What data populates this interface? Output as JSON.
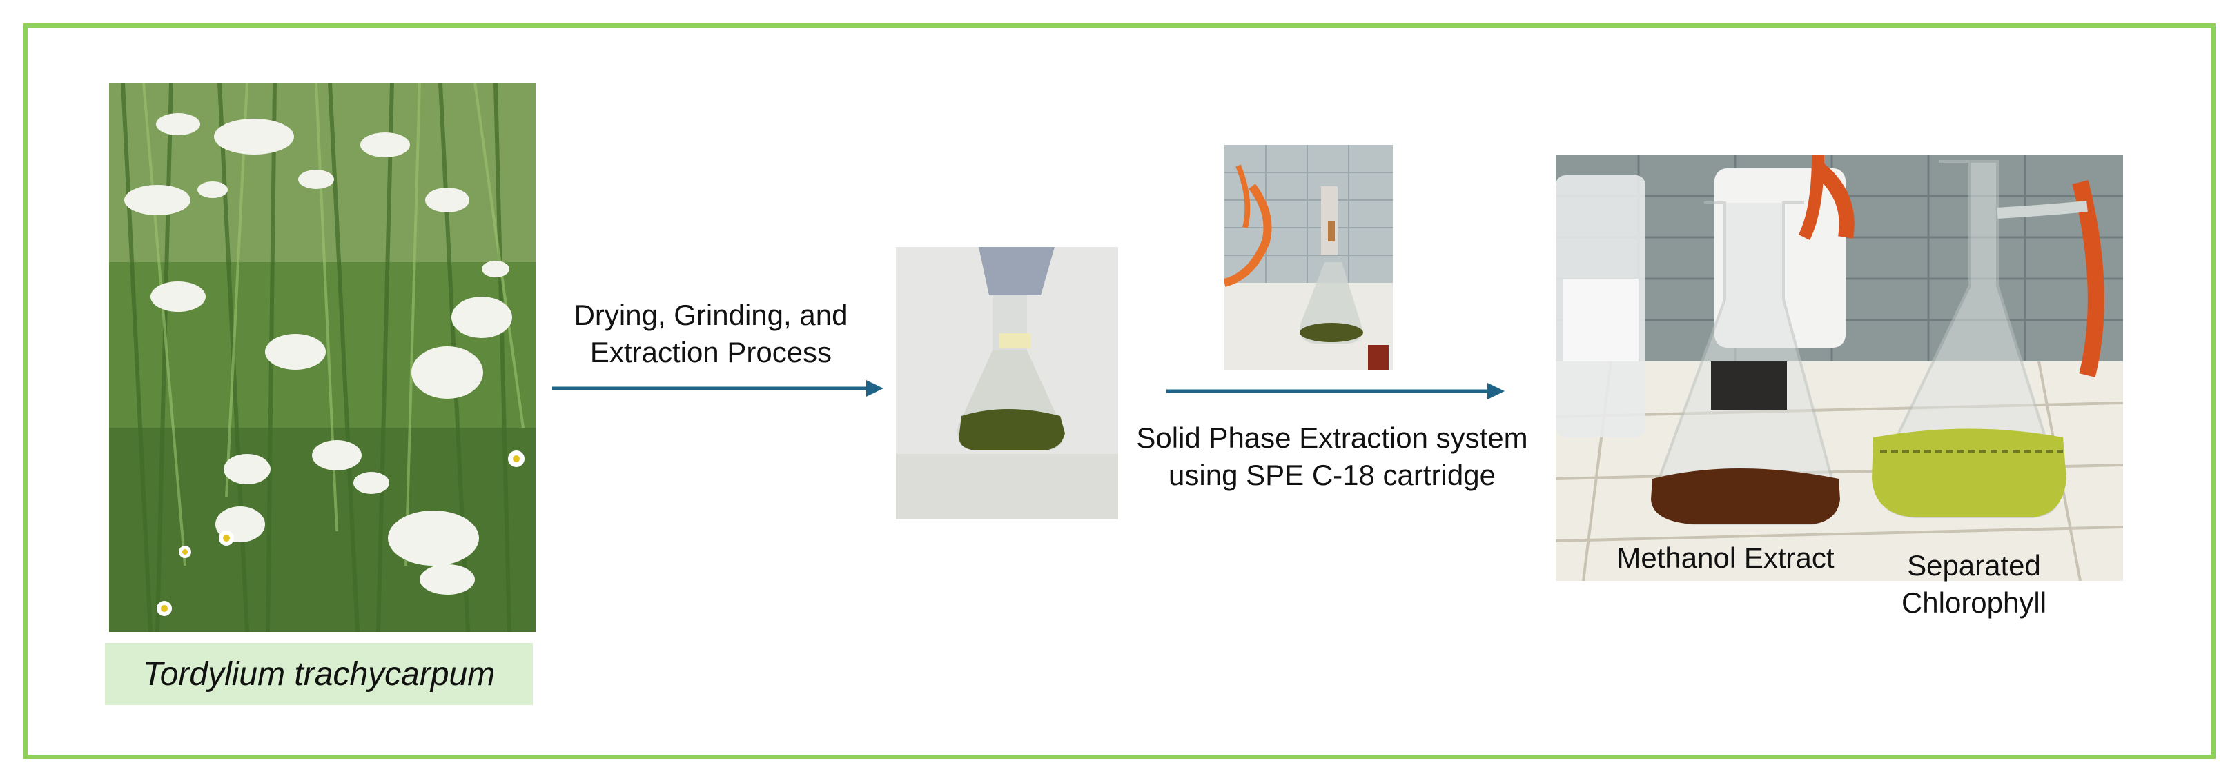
{
  "species": {
    "name": "Tordylium trachycarpum"
  },
  "steps": {
    "step1": {
      "line1": "Drying, Grinding, and",
      "line2": "Extraction Process"
    },
    "step2": {
      "line1": "Solid Phase Extraction system",
      "line2": "using SPE C-18 cartridge"
    }
  },
  "results": {
    "methanol_label": "Methanol Extract",
    "chlorophyll_line1": "Separated",
    "chlorophyll_line2": "Chlorophyll"
  },
  "colors": {
    "frame": "#8fd05a",
    "arrow": "#1f6486",
    "label_bg": "#d9efcf",
    "methanol_extract": "#5a2a10",
    "chlorophyll": "#b7c43a"
  }
}
